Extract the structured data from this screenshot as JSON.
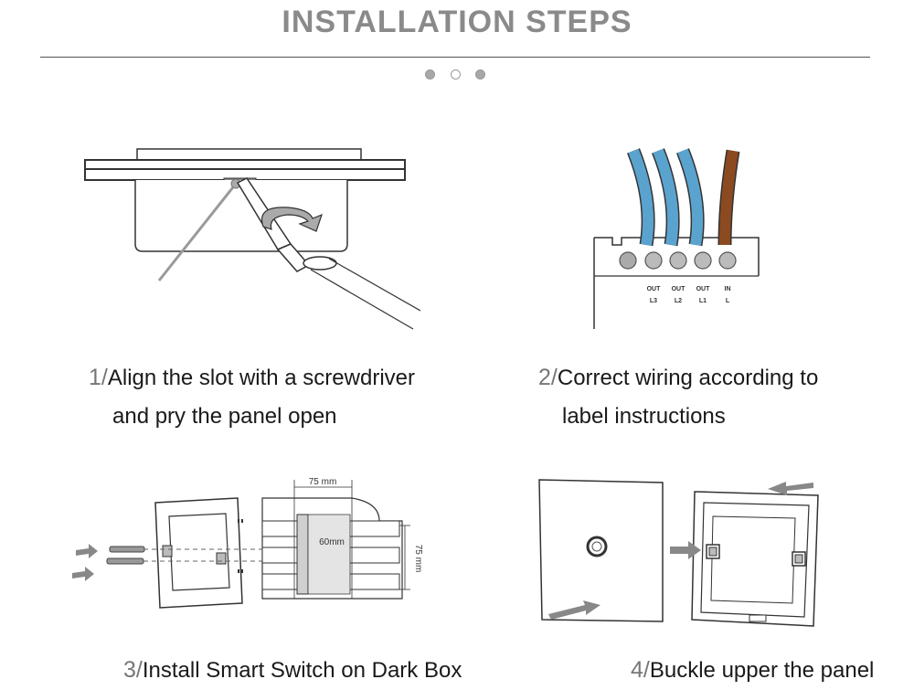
{
  "header": {
    "title": "INSTALLATION STEPS"
  },
  "pager": {
    "dots": [
      "filled",
      "hollow",
      "filled"
    ]
  },
  "steps": [
    {
      "number": "1/",
      "line1": "Align the slot with a screwdriver",
      "line2": "and pry the panel open"
    },
    {
      "number": "2/",
      "line1": "Correct wiring according to",
      "line2": "label instructions"
    },
    {
      "number": "3/",
      "line1": "Install Smart Switch on Dark Box"
    },
    {
      "number": "4/",
      "line1": "Buckle upper the panel"
    }
  ],
  "wiring": {
    "terminals": [
      {
        "top": "OUT",
        "bottom": "L3"
      },
      {
        "top": "OUT",
        "bottom": "L2"
      },
      {
        "top": "OUT",
        "bottom": "L1"
      },
      {
        "top": "IN",
        "bottom": "L"
      }
    ]
  },
  "dimensions": {
    "width": "75 mm",
    "height": "75 mm",
    "spacing": "60mm"
  },
  "colors": {
    "wire_out": "#5aa3cf",
    "wire_in": "#8b4a1f",
    "title": "#8a8a8a"
  }
}
